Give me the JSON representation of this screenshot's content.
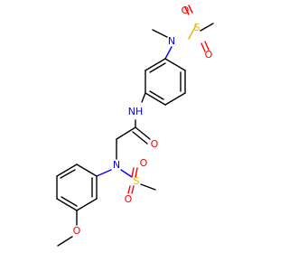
{
  "molecule": {
    "atoms": {
      "ring1_n": "N",
      "ring1_s": "S",
      "ring1_o1": "O",
      "ring1_o2": "O",
      "amide_nh": "NH",
      "amide_o": "O",
      "central_n": "N",
      "central_s": "S",
      "central_o1": "O",
      "central_o2": "O",
      "methoxy_o": "O"
    },
    "colors": {
      "carbon_bond": "#000000",
      "nitrogen": "#0000ff",
      "oxygen": "#ff0000",
      "sulfur": "#e6b800"
    }
  }
}
